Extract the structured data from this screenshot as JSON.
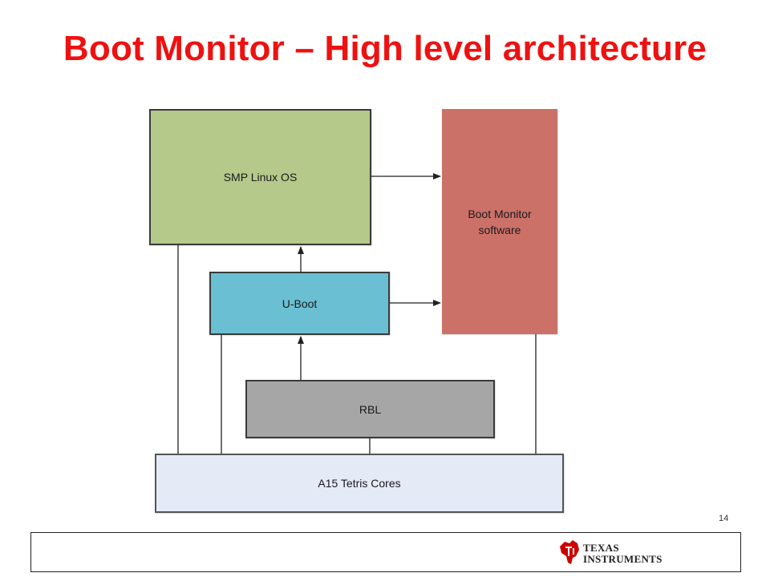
{
  "slide": {
    "title": "Boot Monitor – High level architecture",
    "page_number": "14"
  },
  "diagram": {
    "boxes": {
      "smp_linux": {
        "label": "SMP Linux OS",
        "color": "#b5c98a"
      },
      "boot_monitor": {
        "label": "Boot Monitor\nsoftware",
        "color": "#cc7168"
      },
      "u_boot": {
        "label": "U-Boot",
        "color": "#6bbfd2"
      },
      "rbl": {
        "label": "RBL",
        "color": "#a6a6a6"
      },
      "a15_cores": {
        "label": "A15 Tetris Cores",
        "color": "#e4eaf6"
      }
    },
    "arrows": [
      {
        "from": "smp_linux",
        "to": "boot_monitor"
      },
      {
        "from": "u_boot",
        "to": "boot_monitor"
      },
      {
        "from": "u_boot",
        "to": "smp_linux"
      },
      {
        "from": "rbl",
        "to": "u_boot"
      }
    ],
    "connectors": [
      {
        "from": "a15_cores",
        "to": "smp_linux"
      },
      {
        "from": "a15_cores",
        "to": "u_boot"
      },
      {
        "from": "a15_cores",
        "to": "rbl"
      },
      {
        "from": "a15_cores",
        "to": "boot_monitor"
      }
    ]
  },
  "footer": {
    "logo": {
      "icon": "ti-logo-icon",
      "line1": "TEXAS",
      "line2": "INSTRUMENTS",
      "color": "#cc0000"
    }
  }
}
